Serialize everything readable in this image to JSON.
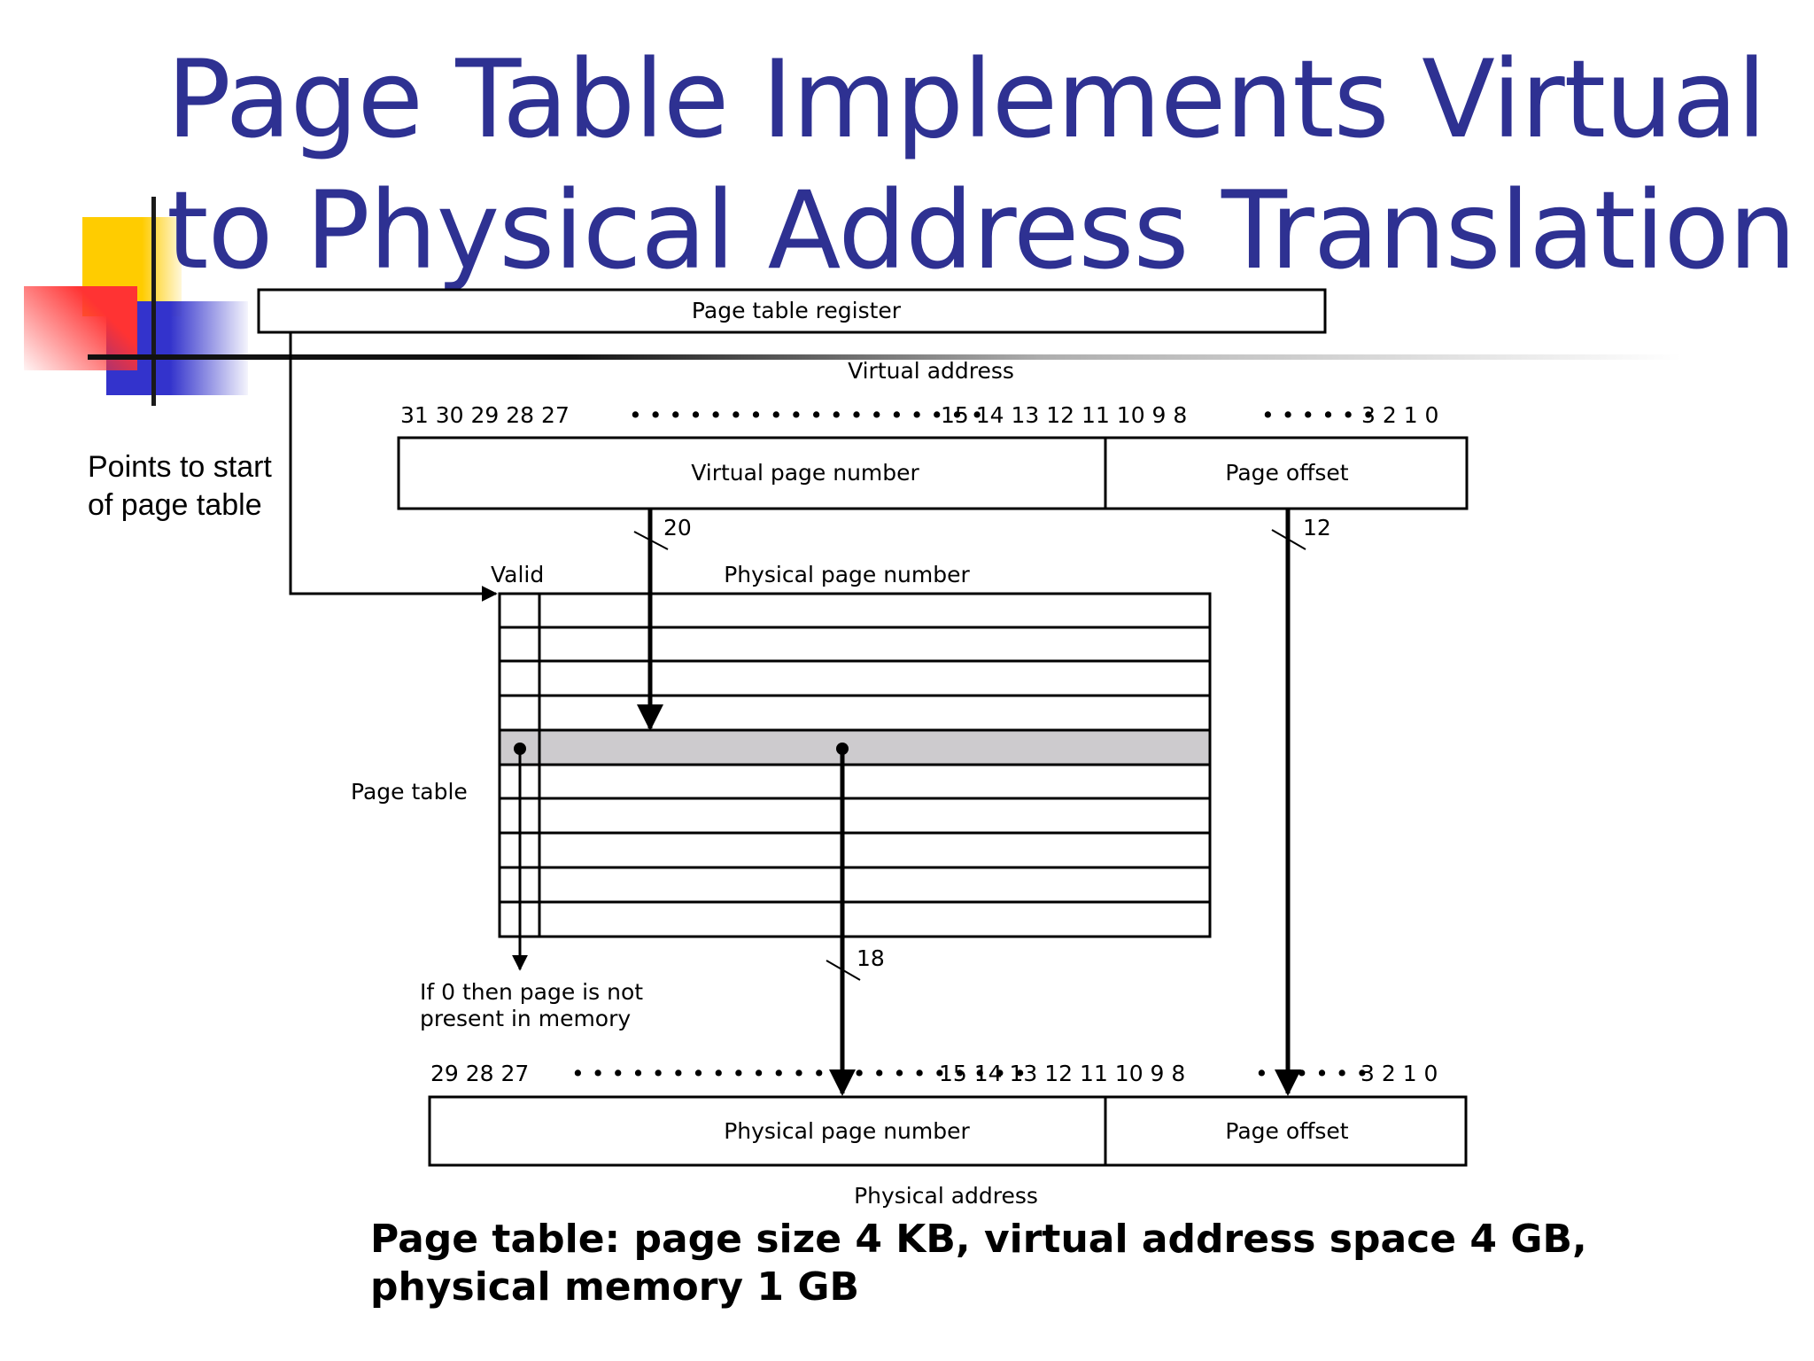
{
  "title": {
    "line1": "Page Table Implements Virtual",
    "line2": "to Physical Address Translation"
  },
  "diagram": {
    "page_table_register": "Page table register",
    "virtual_address_label": "Virtual address",
    "virtual_bits_left": "31  30  29  28  27",
    "virtual_bits_mid": "15  14  13  12  11  10  9  8",
    "virtual_bits_right": "3  2  1  0",
    "virtual_page_number": "Virtual page number",
    "page_offset_virtual": "Page offset",
    "width_vpn": "20",
    "width_offset": "12",
    "valid_label": "Valid",
    "physical_page_number_header": "Physical page number",
    "page_table_label": "Page table",
    "invalid_note_line1": "If 0 then page is not",
    "invalid_note_line2": "present in memory",
    "width_ppn": "18",
    "physical_bits_left": "29  28  27",
    "physical_bits_mid": "15  14  13  12  11  10  9  8",
    "physical_bits_right": "3  2  1  0",
    "physical_page_number": "Physical page number",
    "page_offset_physical": "Page offset",
    "physical_address_label": "Physical address"
  },
  "left_note": {
    "line1": "Points to start",
    "line2": "of page table"
  },
  "caption": {
    "line1": "Page table: page size 4 KB, virtual address space 4 GB,",
    "line2": "physical memory 1 GB"
  },
  "colors": {
    "title": "#2e3192",
    "deco_yellow": "#ffcc00",
    "deco_red": "#ff3333",
    "deco_blue": "#3333cc",
    "highlight_row": "#cdcbce"
  }
}
